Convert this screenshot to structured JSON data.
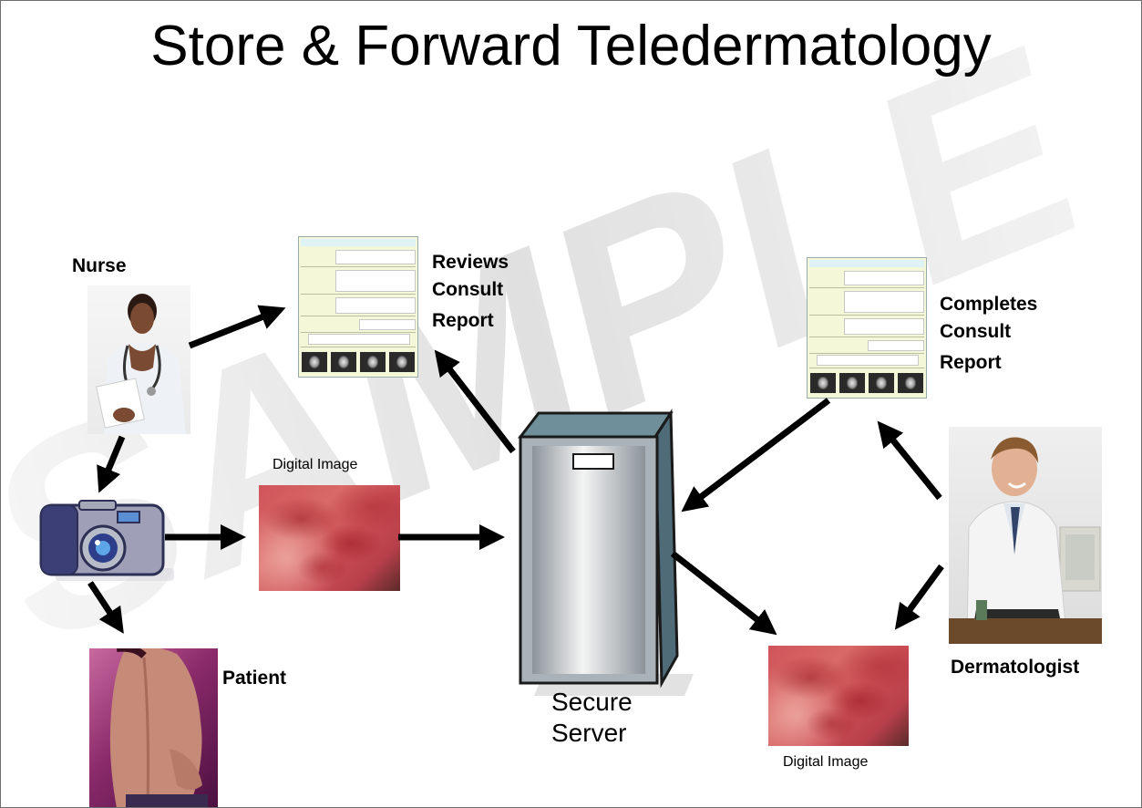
{
  "slide": {
    "title": "Store & Forward Teledermatology",
    "watermark": "SAMPLE"
  },
  "labels": {
    "nurse": "Nurse",
    "reviews": [
      "Reviews",
      "Consult",
      "Report"
    ],
    "completes": [
      "Completes",
      "Consult",
      "Report"
    ],
    "digital_image_top": "Digital Image",
    "digital_image_bottom": "Digital Image",
    "patient": "Patient",
    "secure_server": [
      "Secure",
      "Server"
    ],
    "dermatologist": "Dermatologist"
  },
  "icons": {
    "nurse": "nurse-photo",
    "camera": "digital-camera-icon",
    "patient": "patient-photo",
    "server": "server-icon",
    "dermatologist": "dermatologist-photo",
    "report": "consult-report-form",
    "skin": "skin-rash-photo"
  },
  "colors": {
    "arrow": "#000000",
    "server_body": "#9aa8b0",
    "server_top": "#6f8f9a",
    "form_bg": "#f4f7d8",
    "watermark": "#d9d9d9"
  }
}
